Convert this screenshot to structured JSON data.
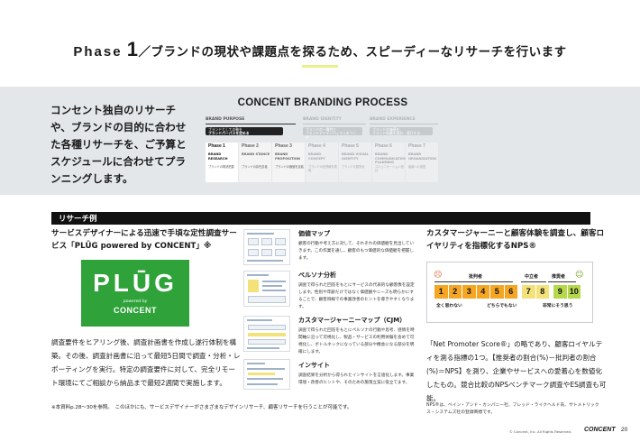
{
  "header": {
    "phase_word": "Phase",
    "phase_num": "1",
    "title": "／ブランドの現状や課題点を探るため、スピーディーなリサーチを行います"
  },
  "intro": {
    "text": "コンセント独自のリサーチや、ブランドの目的に合わせた各種リサーチを、ご予算とスケジュールに合わせてプランニングします。"
  },
  "process": {
    "title": "CONCENT BRANDING PROCESS",
    "stages": [
      {
        "label": "BRAND PURPOSE",
        "pills": [
          "ブランドとしての軸を",
          "ブランドパーパスを定める"
        ]
      },
      {
        "label": "BRAND IDENTITY",
        "pills": [
          "ブランドの一貫性と",
          "ブランドアイデンティティをつくる"
        ]
      },
      {
        "label": "BRAND EXPERIENCE",
        "pills": [
          "ブランドの価値を",
          "ブランド体験を設計・実行する"
        ]
      }
    ],
    "phases": [
      {
        "ph": "Phase 1",
        "label": "BRAND RESEARCH",
        "desc": "ブランドの現状把握"
      },
      {
        "ph": "Phase 2",
        "label": "BRAND STANCE",
        "desc": "ブランドの存在意義"
      },
      {
        "ph": "Phase 3",
        "label": "BRAND PROPOSITION",
        "desc": "ブランドの価値を定義"
      },
      {
        "ph": "Phase 4",
        "label": "BRAND CONCEPT",
        "desc": "ブランドの世界観を表現"
      },
      {
        "ph": "Phase 5",
        "label": "BRAND VISUAL IDENTITY",
        "desc": "ブランドを視覚化"
      },
      {
        "ph": "Phase 6",
        "label": "BRAND COMMUNICATION PLANNING",
        "desc": "コミュニケーション設計"
      },
      {
        "ph": "Phase 7",
        "label": "BRAND ORGANIZATION",
        "desc": "組織への浸透"
      }
    ]
  },
  "research": {
    "bar_label": "リサーチ例"
  },
  "plug": {
    "title": "サービスデザイナーによる迅速で手頃な定性調査サービス「PLŪG powered by CONCENT」※",
    "logo_big": "PLŪG",
    "logo_small": "powered by",
    "logo_brand": "CONCENT",
    "desc": "調査要件をヒアリング後、調査計画書を作成し遂行体制を構築。その後、調査計画書に沿って最短5日間で調査・分析・レポーティングを実行。特定の調査要件に対して、完全リモート環境にてご相談から納品まで最短2週間で実施します。"
  },
  "methods": [
    {
      "title": "価値マップ",
      "desc": "顧客の行動や考え方に対して、それぞれの価値観を見出していきます。この作業を通し、顧客のもつ価値的な価値観を把握します。"
    },
    {
      "title": "ペルソナ分析",
      "desc": "調査で得られた回答をもとにサービスの代表的な顧客像を設定します。性別や年齢だけではなく価値観やニーズも明らかにすることで、顧客目線での事業改善のヒントを導きやすくなります。"
    },
    {
      "title": "カスタマージャーニーマップ（CJM）",
      "desc": "調査で得られた回答をもとにペルソナの行動や思考、感情を時間軸に沿って可視化し、製品・サービスの利用体験を含めて可視化し、ボトルネックになっている部分や機会になる部分を明確にします。"
    },
    {
      "title": "インサイト",
      "desc": "調査結果を分析から得られたインサイトを言語化します。事業環境・改善のヒントや、そのための施策立案に役立てます。"
    }
  ],
  "nps": {
    "title": "カスタマージャーニーと顧客体験を調査し、顧客ロイヤリティを指標化するNPS®",
    "groups": [
      "批判者",
      "中立者",
      "推奨者"
    ],
    "scale": [
      "1",
      "2",
      "3",
      "4",
      "5",
      "6",
      "7",
      "8",
      "9",
      "10"
    ],
    "anchors": [
      "全く思わない",
      "どちらでもない",
      "非常にそう思う"
    ],
    "colors": {
      "detractor": "#f5a623",
      "passive": "#f3e27a",
      "promoter": "#b6d84b"
    },
    "desc": "「Net Promoter Score®」の略であり、顧客ロイヤルティを測る指標の1つ。【推奨者の割合(%)－批判者の割合(%)＝NPS】を測り、企業やサービスへの愛着心を数値化したもの。競合比較のNPSベンチマーク調査やES調査も可能。",
    "note": "NPS®は、ベイン・アンド・カンパニー社、フレッド・ライクヘルド氏、サトメトリックス・システムズ社の登録商標です。"
  },
  "footer": {
    "footnote": "※本資料p.28〜30を参照。　このほかにも、サービスデザイナーがさまざまなデザインリサーチ、顧客リサーチを行うことが可能です。",
    "copyright": "© Concent, Inc. All Rights Reserved.",
    "logo": "CONCENT",
    "page": "20"
  }
}
